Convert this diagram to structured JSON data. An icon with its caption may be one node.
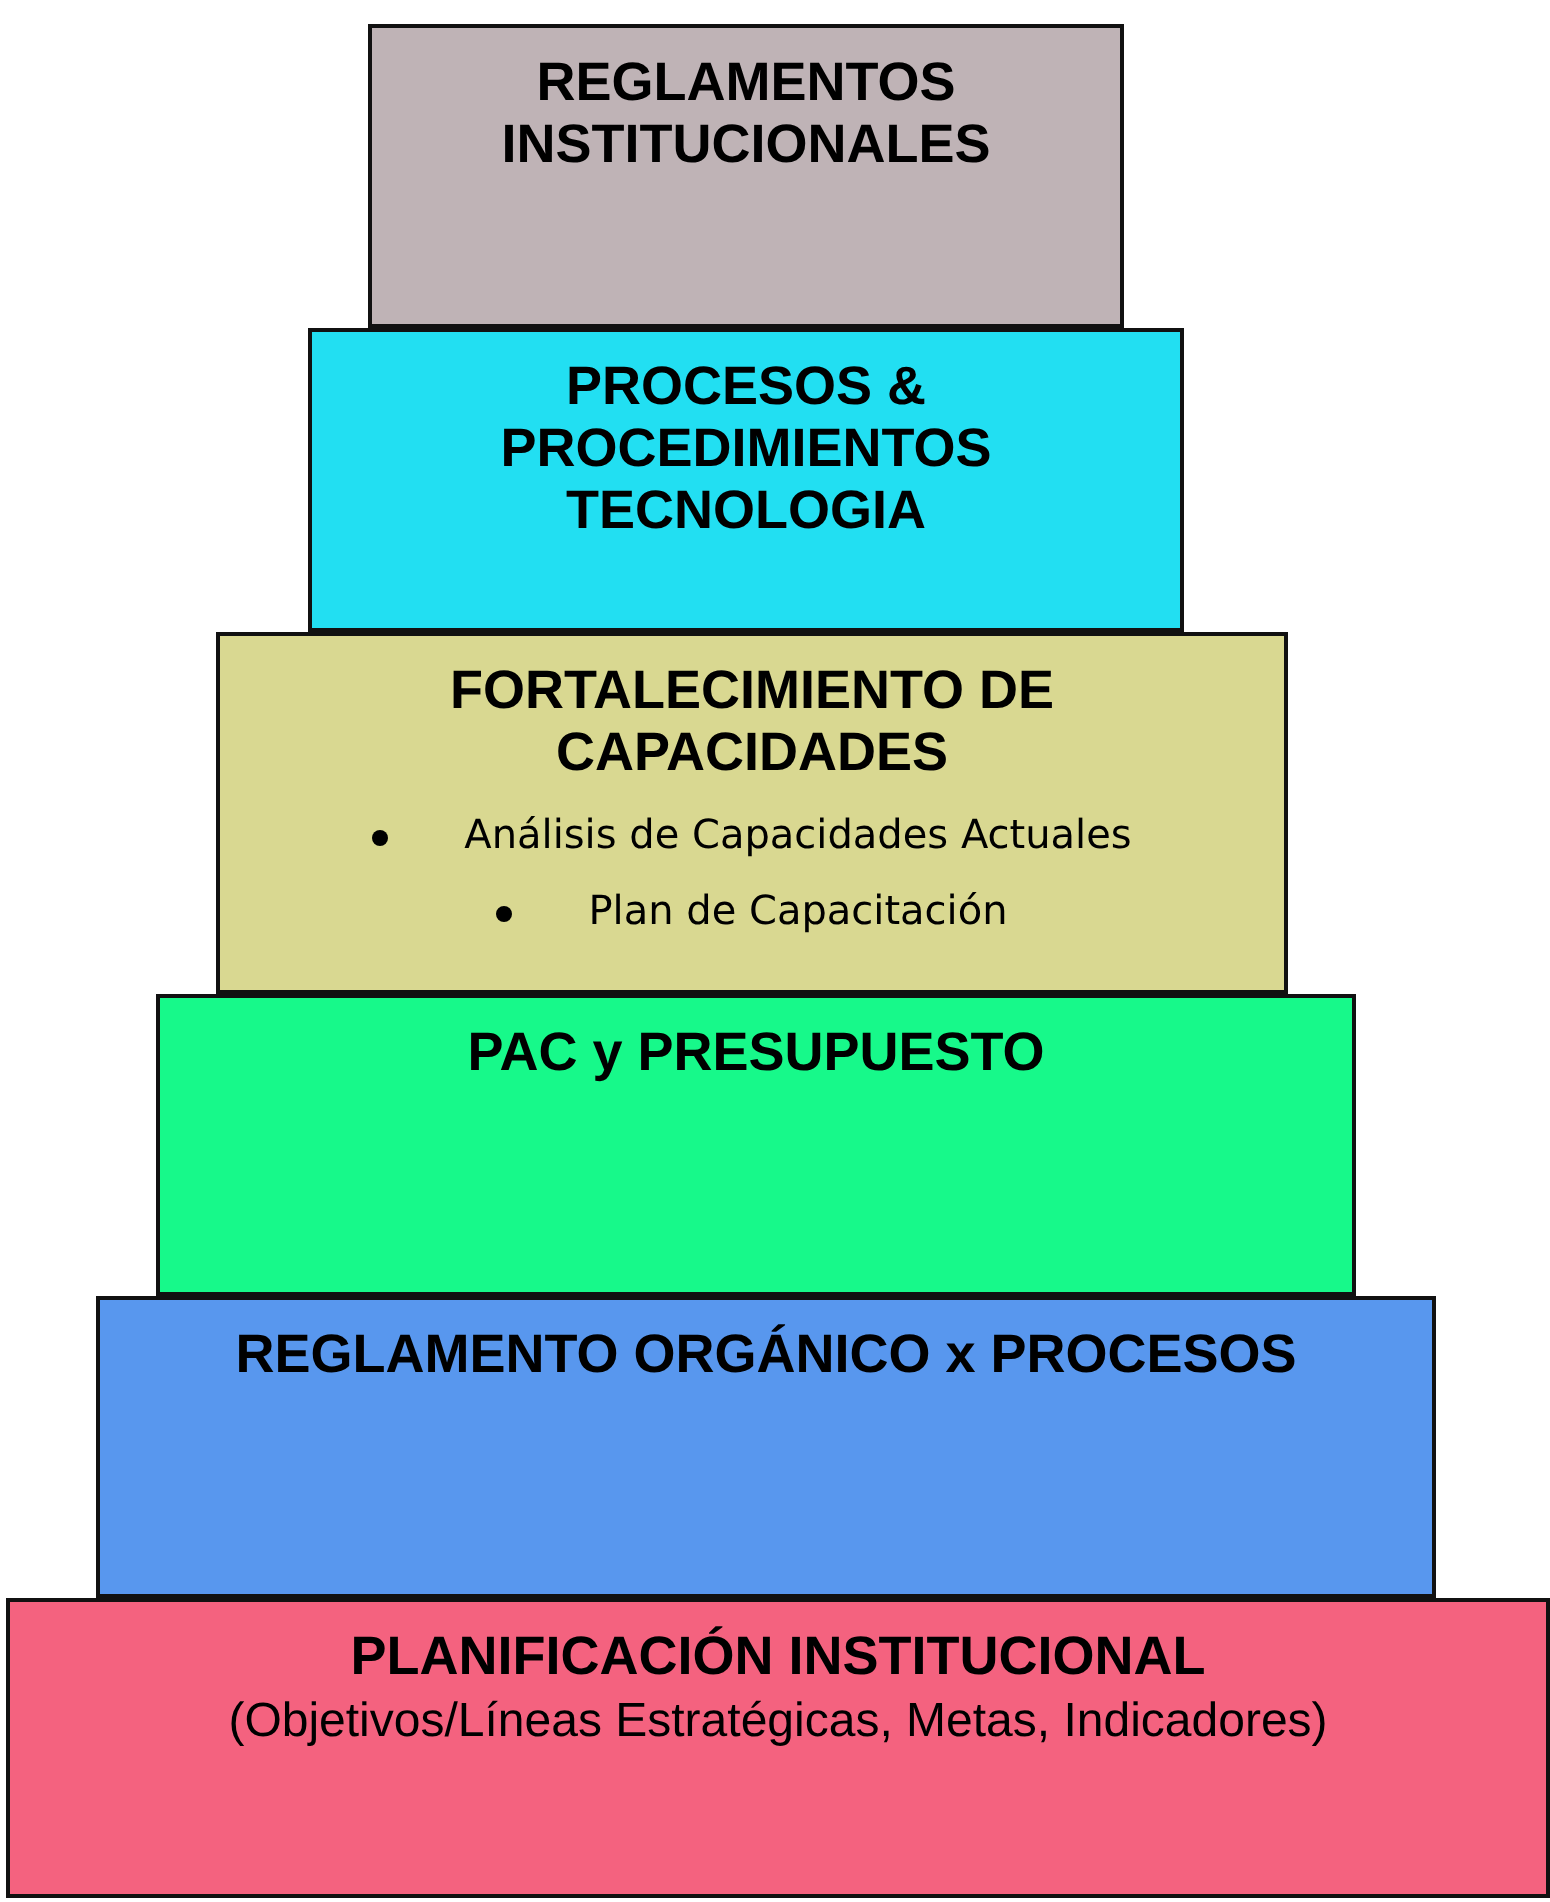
{
  "diagram": {
    "nodes": [
      {
        "text": [
          "REGLAMENTOS INSTITUCIONALES"
        ]
      },
      {
        "text": [
          "PROCESOS & PROCEDIMIENTOS TECNOLOGIA"
        ]
      },
      {
        "text": [
          "FORTALECIMIENTO DE CAPACIDADES",
          "Análisis de Capacidades Actuales",
          "Plan de Capacitación"
        ]
      },
      {
        "text": [
          "PAC y PRESUPUESTO"
        ]
      },
      {
        "text": [
          "REGLAMENTO ORGÁNICO x PROCESOS"
        ]
      },
      {
        "text": [
          "PLANIFICACIÓN INSTITUCIONAL",
          "(Objetivos/Líneas Estratégicas, Metas, Indicadores)"
        ]
      }
    ]
  }
}
